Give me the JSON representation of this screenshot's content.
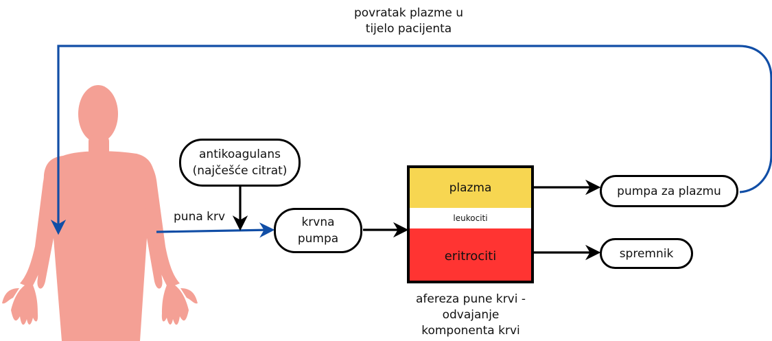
{
  "labels": {
    "return_line1": "povratak plazme u",
    "return_line2": "tijelo pacijenta",
    "whole_blood": "puna krv",
    "caption_line1": "afereza pune krvi -",
    "caption_line2": "odvajanje",
    "caption_line3": "komponenta krvi"
  },
  "nodes": {
    "anticoagulant_line1": "antikoagulans",
    "anticoagulant_line2": "(najčešće citrat)",
    "blood_pump_line1": "krvna",
    "blood_pump_line2": "pumpa",
    "plasma_pump": "pumpa za plazmu",
    "container": "spremnik"
  },
  "separator": {
    "plasma": "plazma",
    "leukocytes": "leukociti",
    "erythrocytes": "eritrociti"
  },
  "colors": {
    "plasma_layer": "#f7d651",
    "erythrocyte_layer": "#ff3432",
    "blue_flow": "#114ea6",
    "body": "#f4a095",
    "black_flow": "#000000"
  }
}
